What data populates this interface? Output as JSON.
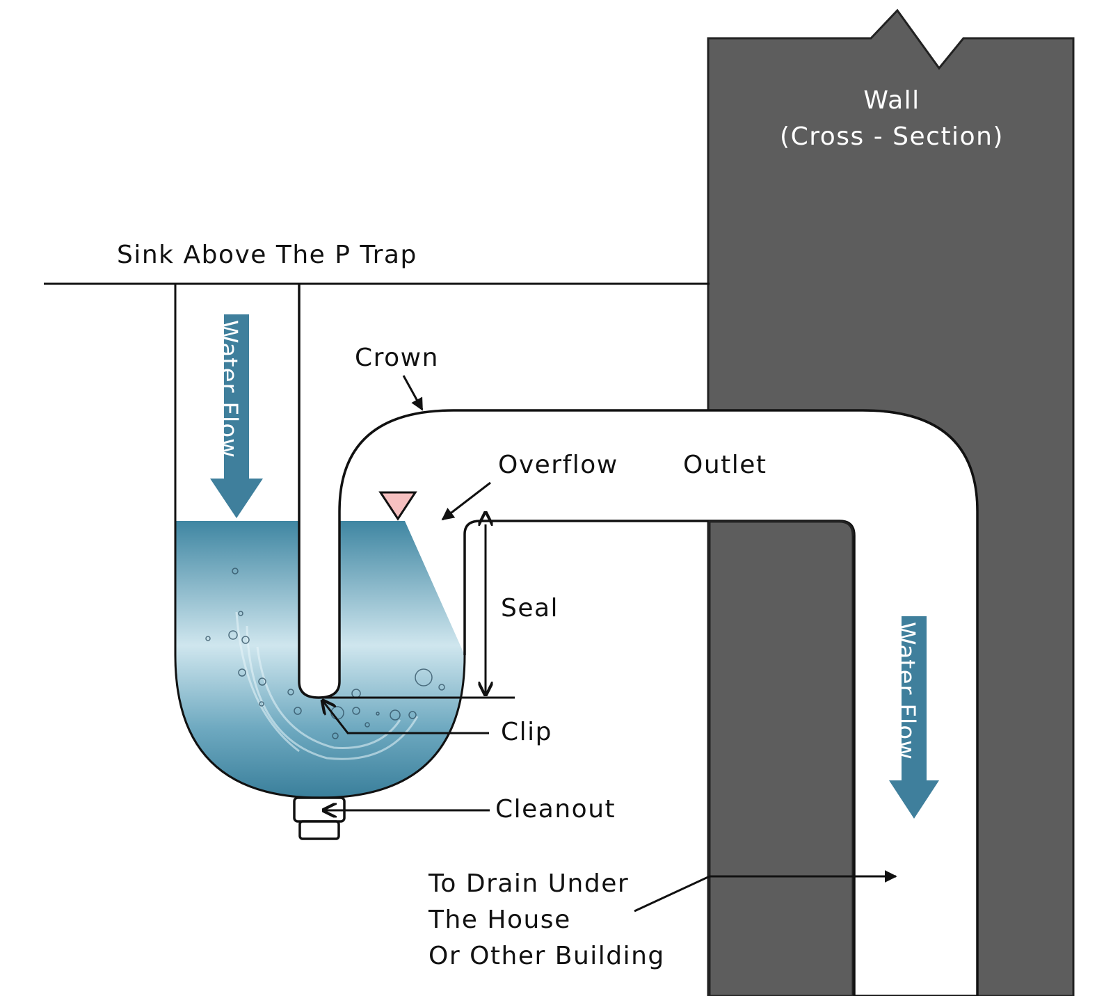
{
  "labels": {
    "wall_line1": "Wall",
    "wall_line2": "(Cross - Section)",
    "sink": "Sink Above The P Trap",
    "water_flow_left": "Water Flow",
    "water_flow_right": "Water Flow",
    "crown": "Crown",
    "overflow": "Overflow",
    "outlet": "Outlet",
    "seal": "Seal",
    "clip": "Clip",
    "cleanout": "Cleanout",
    "drain_line1": "To Drain Under",
    "drain_line2": "The House",
    "drain_line3": "Or Other Building"
  },
  "colors": {
    "wall": "#5d5d5d",
    "water_top": "#3f86a2",
    "water_mid": "#c9e3ec",
    "water_bottom": "#3f86a2",
    "flow_arrow": "#3f7f9c",
    "overflow_marker": "#f6c0c0"
  },
  "icons": {
    "flow_arrows": "down-arrow-icon",
    "overflow_marker": "triangle-down-icon"
  }
}
